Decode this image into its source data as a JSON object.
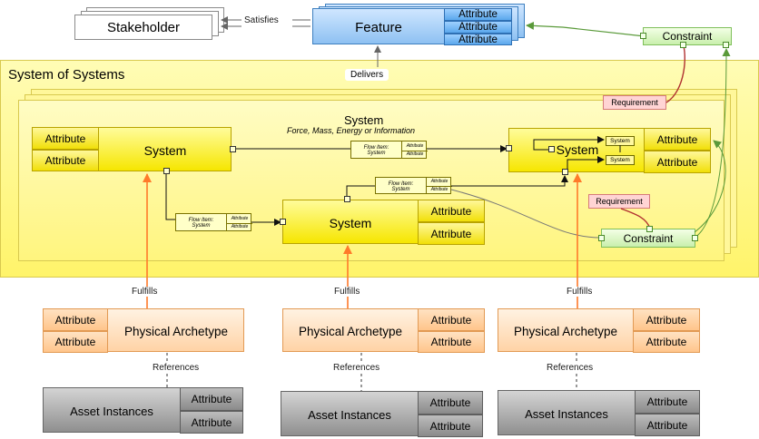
{
  "stakeholder": {
    "label": "Stakeholder"
  },
  "feature": {
    "label": "Feature",
    "attributes": [
      "Attribute",
      "Attribute",
      "Attribute"
    ]
  },
  "relations": {
    "satisfies": "Satisfies",
    "delivers": "Delivers",
    "fulfills": "Fulfills",
    "references": "References"
  },
  "system_of_systems": {
    "title": "System of Systems",
    "header": "System",
    "subheader": "Force, Mass, Energy or Information"
  },
  "systems": {
    "left": {
      "label": "System",
      "attributes": [
        "Attribute",
        "Attribute"
      ]
    },
    "middle": {
      "label": "System",
      "attributes": [
        "Attribute",
        "Attribute"
      ]
    },
    "right": {
      "label": "System",
      "attributes": [
        "Attribute",
        "Attribute"
      ]
    }
  },
  "flow_items": {
    "top": {
      "line1": "Flow Item:",
      "line2": "System",
      "attributes": [
        "Attribute",
        "Attribute"
      ]
    },
    "lower": {
      "line1": "Flow Item:",
      "line2": "System",
      "attributes": [
        "Attribute",
        "Attribute"
      ]
    },
    "left": {
      "line1": "Flow Item:",
      "line2": "System",
      "attributes": [
        "Attribute",
        "Attribute"
      ]
    }
  },
  "subsystems": [
    "System",
    "System"
  ],
  "constraints": {
    "top": "Constraint",
    "inner": "Constraint"
  },
  "requirements": {
    "top": "Requirement",
    "inner": "Requirement"
  },
  "physical_archetypes": [
    {
      "label": "Physical Archetype",
      "attributes": [
        "Attribute",
        "Attribute"
      ]
    },
    {
      "label": "Physical Archetype",
      "attributes": [
        "Attribute",
        "Attribute"
      ]
    },
    {
      "label": "Physical Archetype",
      "attributes": [
        "Attribute",
        "Attribute"
      ]
    }
  ],
  "asset_instances": [
    {
      "label": "Asset Instances",
      "attributes": [
        "Attribute",
        "Attribute"
      ]
    },
    {
      "label": "Asset Instances",
      "attributes": [
        "Attribute",
        "Attribute"
      ]
    },
    {
      "label": "Asset Instances",
      "attributes": [
        "Attribute",
        "Attribute"
      ]
    }
  ],
  "colors": {
    "feature": "#8ec1f2",
    "system": "#f6e600",
    "constraint": "#c9efac",
    "requirement": "#ffd4d4",
    "physical_archetype": "#ffd3a6",
    "asset_instances": "#8f8f8f",
    "fulfills_arrow": "#ff7a2a",
    "constraint_link": "#5a9a3a",
    "requirement_link": "#b03030"
  }
}
